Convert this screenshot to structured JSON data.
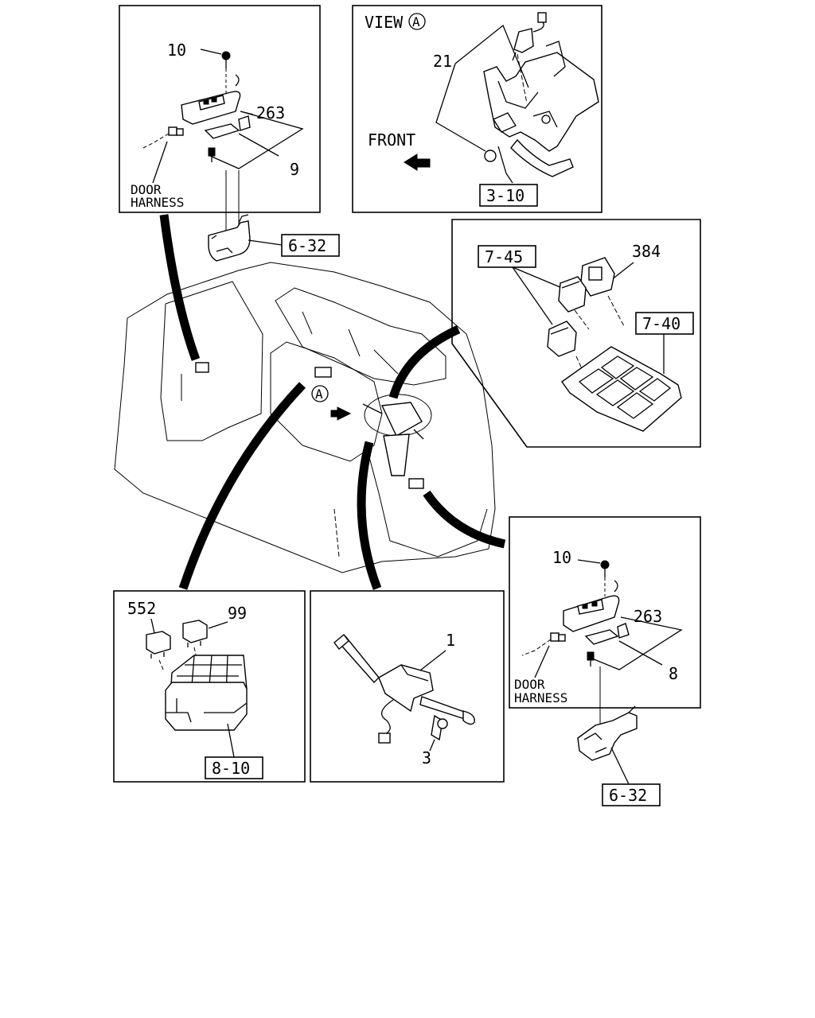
{
  "panels": {
    "door_left": {
      "callouts": [
        "10",
        "263",
        "9"
      ],
      "harness_label": [
        "DOOR",
        "HARNESS"
      ],
      "ref": "6-32"
    },
    "view_a": {
      "view_label": "VIEW",
      "view_mark": "A",
      "front_label": "FRONT",
      "callouts": [
        "21"
      ],
      "ref": "3-10"
    },
    "switch_panel": {
      "callouts": [
        "384"
      ],
      "refs": [
        "7-45",
        "7-40"
      ]
    },
    "dash": {
      "mark": "A"
    },
    "relay": {
      "callouts": [
        "552",
        "99"
      ],
      "ref": "8-10"
    },
    "combo_switch": {
      "callouts": [
        "1",
        "3"
      ]
    },
    "door_right": {
      "callouts": [
        "10",
        "263",
        "8"
      ],
      "harness_label": [
        "DOOR",
        "HARNESS"
      ],
      "ref": "6-32"
    }
  }
}
